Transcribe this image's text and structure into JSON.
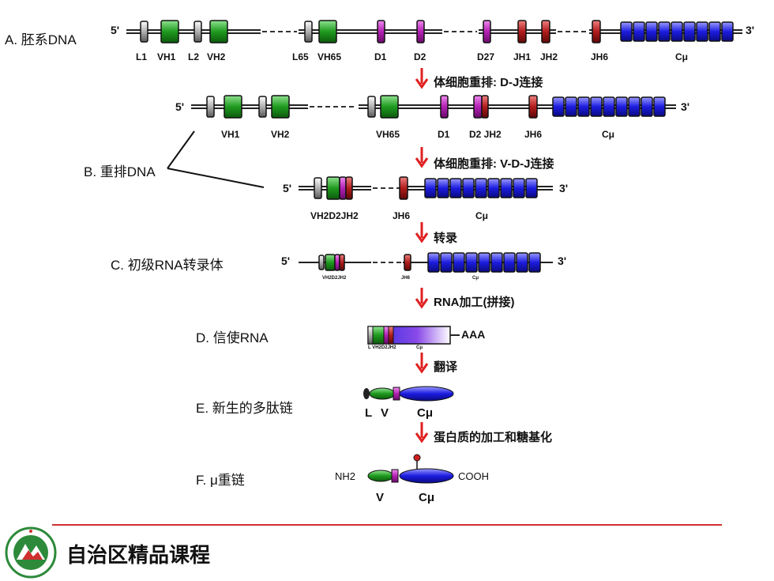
{
  "sections": {
    "a": "A. 胚系DNA",
    "b": "B. 重排DNA",
    "c": "C. 初级RNA转录体",
    "d": "D. 信使RNA",
    "e": "E. 新生的多肽链",
    "f": "F. μ重链"
  },
  "steps": {
    "s1": "体细胞重排: D-J连接",
    "s2": "体细胞重排: V-D-J连接",
    "s3": "转录",
    "s4": "RNA加工(拼接)",
    "s5": "翻译",
    "s6": "蛋白质的加工和糖基化"
  },
  "ends": {
    "five": "5'",
    "three": "3'"
  },
  "row_a_labels": {
    "l1": "L1",
    "vh1": "VH1",
    "l2": "L2",
    "vh2": "VH2",
    "l65": "L65",
    "vh65": "VH65",
    "d1": "D1",
    "d2": "D2",
    "d27": "D27",
    "jh1": "JH1",
    "jh2": "JH2",
    "jh6": "JH6",
    "cmu": "Cμ"
  },
  "row_b1_labels": {
    "vh1": "VH1",
    "vh2": "VH2",
    "vh65": "VH65",
    "d1": "D1",
    "d2jh2": "D2 JH2",
    "jh6": "JH6",
    "cmu": "Cμ"
  },
  "row_b2_labels": {
    "vdj": "VH2D2JH2",
    "jh6": "JH6",
    "cmu": "Cμ"
  },
  "row_c_labels": {
    "vdj": "VH2D2JH2",
    "jh6": "JH6",
    "cmu": "Cμ"
  },
  "row_d_labels": {
    "aaa": "AAA",
    "vdj": "L VH2D2JH2",
    "cmu": "Cμ"
  },
  "row_e_labels": {
    "l": "L",
    "v": "V",
    "cmu": "Cμ"
  },
  "row_f_labels": {
    "nh2": "NH2",
    "cooh": "COOH",
    "v": "V",
    "cmu": "Cμ"
  },
  "footer": {
    "title": "自治区精品课程"
  },
  "colors": {
    "v": "#1f9a1f",
    "d": "#b321b3",
    "j": "#b21c1c",
    "c": "#1c1ce0",
    "l": "#9a9a9a",
    "arrow": "#e02020",
    "footer_line": "#d03030"
  }
}
